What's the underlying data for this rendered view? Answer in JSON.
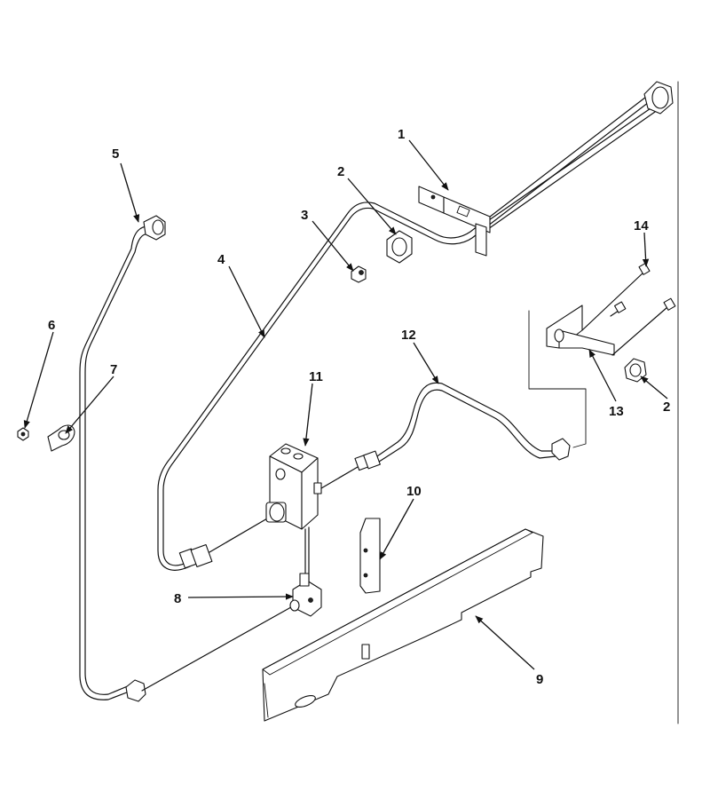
{
  "callouts": [
    {
      "id": "c1",
      "text": "1"
    },
    {
      "id": "c2a",
      "text": "2"
    },
    {
      "id": "c2b",
      "text": "2"
    },
    {
      "id": "c3",
      "text": "3"
    },
    {
      "id": "c4",
      "text": "4"
    },
    {
      "id": "c5",
      "text": "5"
    },
    {
      "id": "c6",
      "text": "6"
    },
    {
      "id": "c7",
      "text": "7"
    },
    {
      "id": "c8",
      "text": "8"
    },
    {
      "id": "c9",
      "text": "9"
    },
    {
      "id": "c10",
      "text": "10"
    },
    {
      "id": "c11",
      "text": "11"
    },
    {
      "id": "c12",
      "text": "12"
    },
    {
      "id": "c13",
      "text": "13"
    },
    {
      "id": "c14",
      "text": "14"
    }
  ]
}
